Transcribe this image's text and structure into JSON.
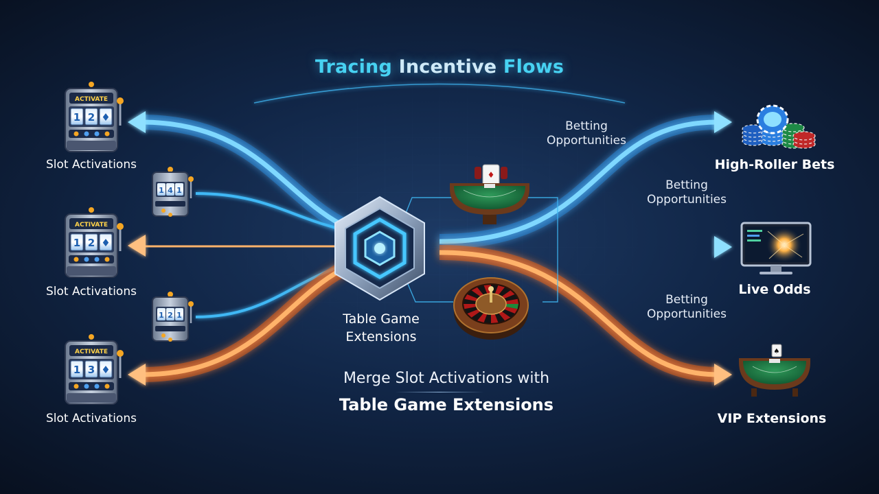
{
  "title": {
    "part1": "Tracing",
    "part2": "Incentive",
    "part3": "Flows"
  },
  "left_nodes": [
    {
      "label": "Slot Activations",
      "screen_text": "ACTIVATE",
      "reels": [
        "1",
        "2",
        "♦"
      ]
    },
    {
      "label": "Slot Activations",
      "screen_text": "ACTIVATE",
      "reels": [
        "1",
        "2",
        "♦"
      ]
    },
    {
      "label": "Slot Activations",
      "screen_text": "ACTIVATE",
      "reels": [
        "1",
        "3",
        "♦"
      ]
    }
  ],
  "small_slots": [
    {
      "reels": [
        "1",
        "4",
        "1"
      ]
    },
    {
      "reels": [
        "1",
        "2",
        "1"
      ]
    }
  ],
  "hub": {
    "line1": "Table Game",
    "line2": "Extensions",
    "icon": "hexagon-core-icon"
  },
  "table_icons": [
    "blackjack-table-icon",
    "roulette-wheel-icon"
  ],
  "betting_labels": [
    {
      "line1": "Betting",
      "line2": "Opportunities"
    },
    {
      "line1": "Betting",
      "line2": "Opportunities"
    },
    {
      "line1": "Betting",
      "line2": "Opportunities"
    }
  ],
  "right_nodes": [
    {
      "label": "High-Roller Bets",
      "icon": "poker-chips-icon"
    },
    {
      "label": "Live Odds",
      "icon": "monitor-icon"
    },
    {
      "label": "VIP Extensions",
      "icon": "card-table-icon"
    }
  ],
  "subtitle": {
    "line1": "Merge Slot Activations with",
    "line2": "Table Game Extensions"
  },
  "colors": {
    "blue_flow": "#3fb8f5",
    "orange_flow": "#ff8a2a",
    "background": "#0f2240",
    "title_accent": "#47d2f2"
  }
}
